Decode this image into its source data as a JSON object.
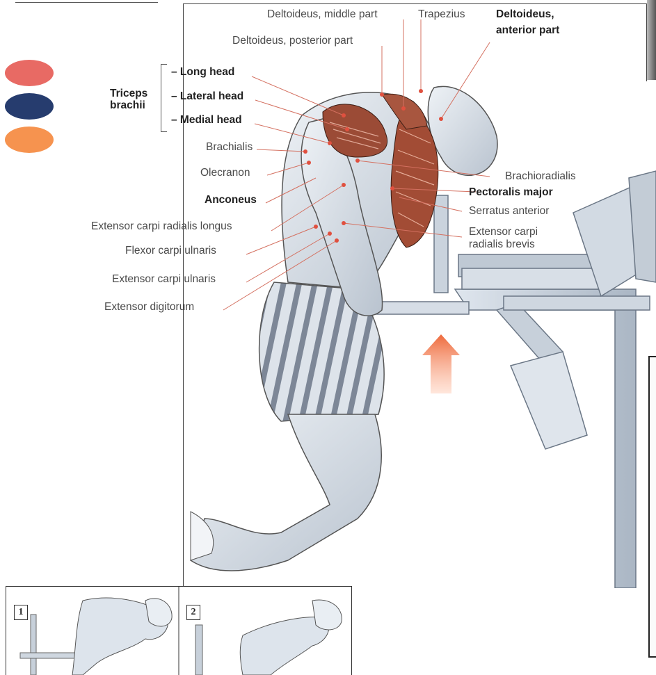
{
  "legend": {
    "colors": [
      "#e86a64",
      "#263c6e",
      "#f6934f"
    ]
  },
  "triceps": {
    "group_label_line1": "Triceps",
    "group_label_line2": "brachii",
    "heads": [
      "– Long head",
      "– Lateral head",
      "– Medial head"
    ]
  },
  "labels": {
    "deltoid_middle": "Deltoideus, middle part",
    "trapezius": "Trapezius",
    "deltoid_anterior_1": "Deltoideus,",
    "deltoid_anterior_2": "anterior part",
    "deltoid_posterior": "Deltoideus, posterior part",
    "brachialis": "Brachialis",
    "olecranon": "Olecranon",
    "anconeus": "Anconeus",
    "ext_carpi_rad_longus": "Extensor carpi radialis longus",
    "flexor_carpi_ulnaris": "Flexor carpi ulnaris",
    "ext_carpi_ulnaris": "Extensor carpi ulnaris",
    "ext_digitorum": "Extensor digitorum",
    "brachioradialis": "Brachioradialis",
    "pectoralis_major": "Pectoralis major",
    "serratus_anterior": "Serratus anterior",
    "ext_carpi_rad_brevis_1": "Extensor carpi",
    "ext_carpi_rad_brevis_2": "radialis brevis"
  },
  "insets": {
    "step1": "1",
    "step2": "2"
  },
  "arrow_color": "#f07a4a"
}
